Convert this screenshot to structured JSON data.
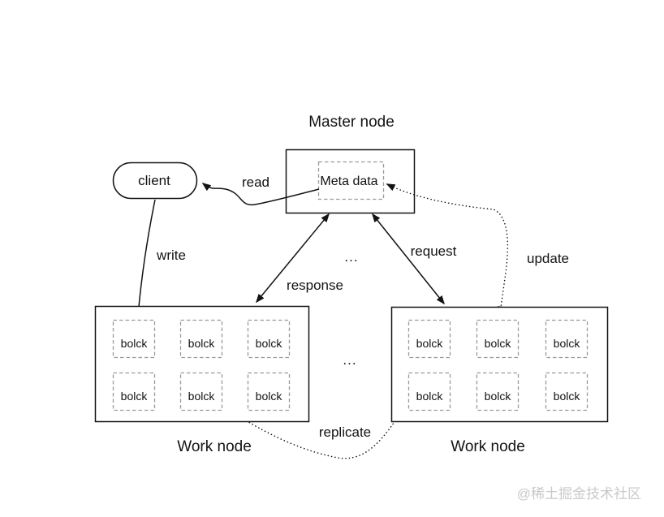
{
  "colors": {
    "background": "#ffffff",
    "line": "#131313",
    "text": "#131313",
    "dashed_border": "#9a9a9a",
    "watermark": "#c9c9c9"
  },
  "master": {
    "title": "Master node",
    "meta_label": "Meta data"
  },
  "client_label": "client",
  "edges": {
    "read": "read",
    "write": "write",
    "response": "response",
    "request": "request",
    "update": "update",
    "replicate": "replicate"
  },
  "ellipsis": {
    "middle": "...",
    "bottom": "..."
  },
  "work_nodes": {
    "left": {
      "label": "Work node",
      "blocks": [
        "bolck",
        "bolck",
        "bolck",
        "bolck",
        "bolck",
        "bolck"
      ]
    },
    "right": {
      "label": "Work node",
      "blocks": [
        "bolck",
        "bolck",
        "bolck",
        "bolck",
        "bolck",
        "bolck"
      ]
    }
  },
  "watermark": "@稀土掘金技术社区"
}
